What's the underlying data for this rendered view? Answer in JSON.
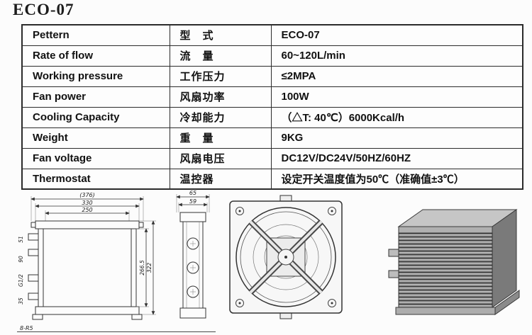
{
  "page": {
    "title": "ECO-07"
  },
  "table": {
    "rows": [
      {
        "en": "Pettern",
        "cn": "型　式",
        "value": "ECO-07"
      },
      {
        "en": "Rate of flow",
        "cn": "流　量",
        "value": "60~120L/min"
      },
      {
        "en": "Working pressure",
        "cn": "工作压力",
        "value": "≤2MPA"
      },
      {
        "en": "Fan power",
        "cn": "风扇功率",
        "value": "100W"
      },
      {
        "en": "Cooling Capacity",
        "cn": "冷却能力",
        "value": "（△T: 40℃）6000Kcal/h"
      },
      {
        "en": "Weight",
        "cn": "重　量",
        "value": "9KG"
      },
      {
        "en": "Fan voltage",
        "cn": "风扇电压",
        "value": "DC12V/DC24V/50HZ/60HZ"
      },
      {
        "en": "Thermostat",
        "cn": "温控器",
        "value": "设定开关温度值为50℃（准确值±3℃）"
      }
    ]
  },
  "drawings": {
    "front_view": {
      "dim_376": "(376)",
      "dim_330": "330",
      "dim_250": "250",
      "dim_51": "51",
      "dim_90": "90",
      "dim_g12": "G1/2",
      "dim_35": "35",
      "dim_266_5": "266.5",
      "dim_322": "322",
      "dim_8r5": "8-R5"
    },
    "side_view": {
      "dim_65": "65",
      "dim_59": "59"
    }
  }
}
